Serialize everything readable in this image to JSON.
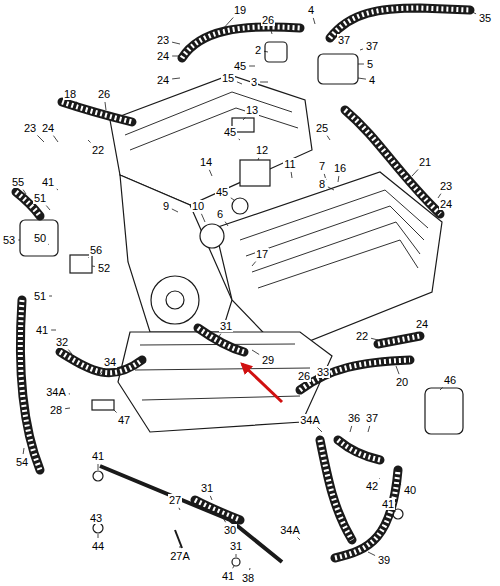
{
  "diagram": {
    "labels": [
      "19",
      "26",
      "4",
      "35",
      "23",
      "37",
      "37",
      "2",
      "24",
      "45",
      "5",
      "15",
      "3",
      "4",
      "24",
      "18",
      "26",
      "13",
      "45",
      "25",
      "23",
      "24",
      "22",
      "21",
      "14",
      "11",
      "12",
      "7",
      "16",
      "45",
      "8",
      "55",
      "41",
      "23",
      "9",
      "10",
      "6",
      "51",
      "24",
      "53",
      "50",
      "56",
      "17",
      "52",
      "51",
      "24",
      "31",
      "41",
      "22",
      "32",
      "34",
      "29",
      "33",
      "26",
      "20",
      "46",
      "34A",
      "28",
      "34A",
      "36",
      "37",
      "47",
      "54",
      "41",
      "42",
      "40",
      "31",
      "27",
      "41",
      "43",
      "30",
      "34A",
      "27A",
      "31",
      "39",
      "44",
      "41",
      "38"
    ]
  }
}
